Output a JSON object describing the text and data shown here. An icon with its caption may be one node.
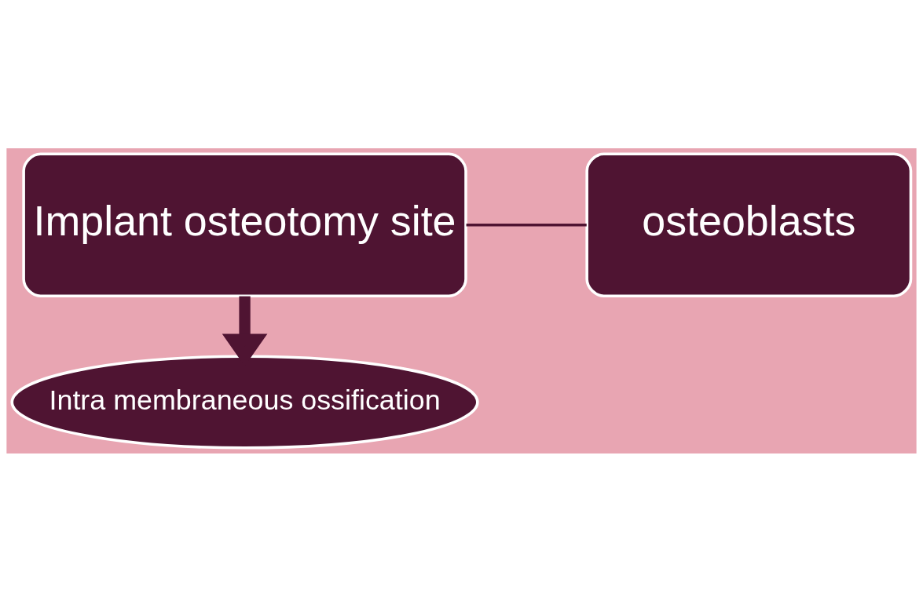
{
  "diagram": {
    "nodes": [
      {
        "text": [
          "Implant osteotomy site"
        ]
      },
      {
        "text": [
          "osteoblasts"
        ]
      },
      {
        "text": [
          "Intra membraneous ossification"
        ]
      }
    ],
    "edges": [
      {
        "from": 0,
        "to": 1,
        "arrow": "none"
      },
      {
        "from": 0,
        "to": 2,
        "arrow": "to",
        "style": "thick"
      }
    ]
  }
}
